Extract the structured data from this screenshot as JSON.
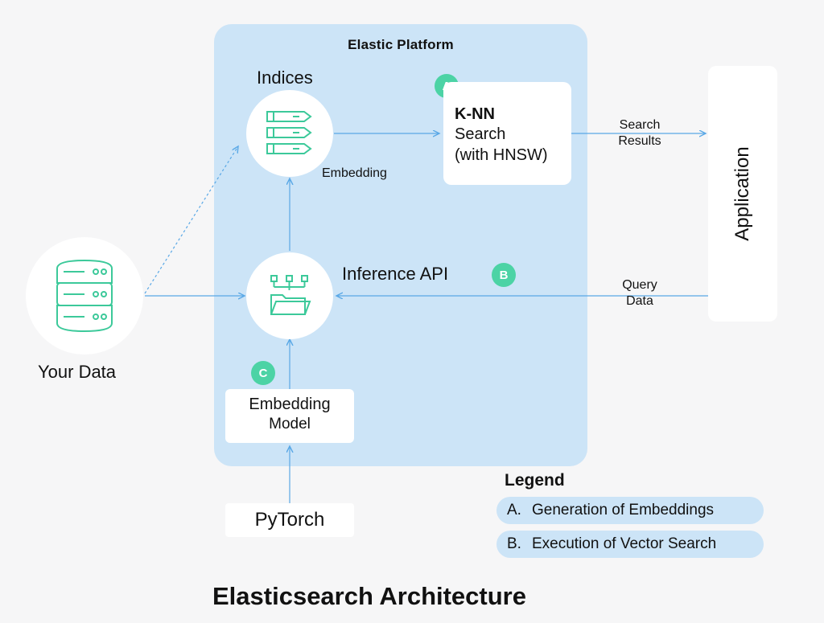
{
  "platform": {
    "title": "Elastic Platform"
  },
  "nodes": {
    "indices": {
      "label": "Indices"
    },
    "knn": {
      "title": "K-NN",
      "line2": "Search",
      "line3": "(with HNSW)"
    },
    "inference": {
      "label": "Inference API"
    },
    "embedding_model": {
      "line1": "Embedding",
      "line2": "Model"
    },
    "your_data": {
      "label": "Your Data"
    },
    "application": {
      "label": "Application"
    },
    "pytorch": {
      "label": "PyTorch"
    }
  },
  "edges": {
    "embedding": "Embedding",
    "search_results": {
      "line1": "Search",
      "line2": "Results"
    },
    "query_data": {
      "line1": "Query",
      "line2": "Data"
    }
  },
  "badges": {
    "a": "A",
    "b": "B",
    "c": "C"
  },
  "legend": {
    "title": "Legend",
    "items": [
      {
        "letter": "A.",
        "text": "Generation of Embeddings"
      },
      {
        "letter": "B.",
        "text": "Execution of Vector Search"
      }
    ]
  },
  "footer": {
    "title": "Elasticsearch Architecture"
  },
  "colors": {
    "platform_bg": "#cce4f7",
    "arrow": "#5aa8e6",
    "icon": "#3cc99a",
    "badge": "#4cd3a5"
  }
}
